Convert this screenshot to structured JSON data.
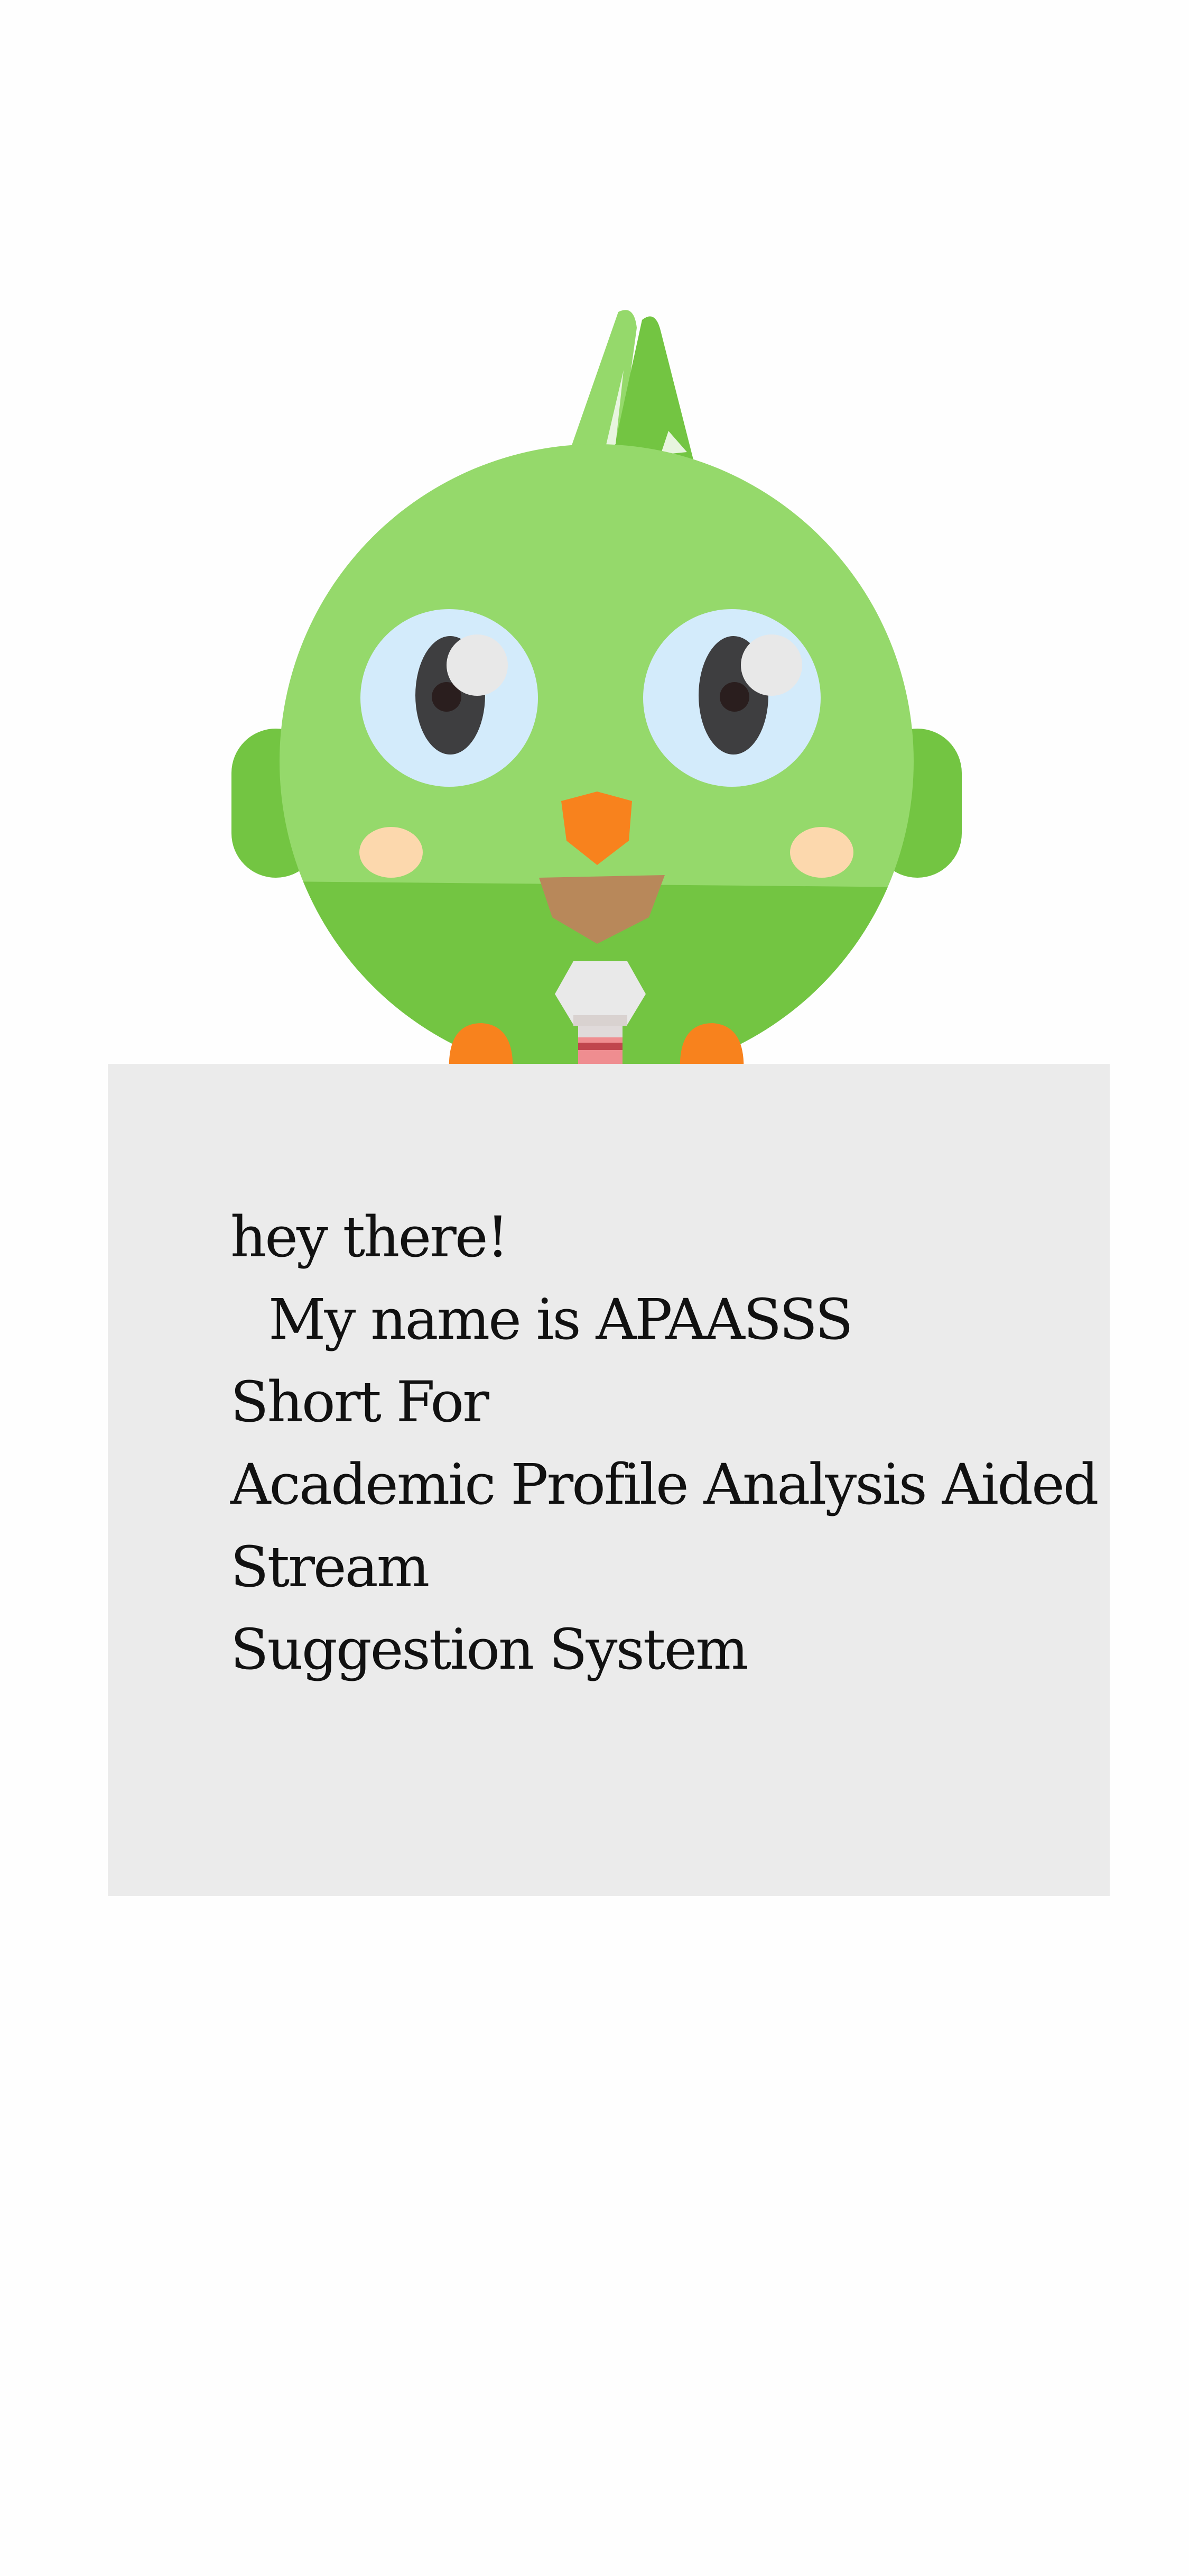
{
  "mascot": {
    "name": "APAASSS",
    "colors": {
      "body_light": "#95d96b",
      "body_dark": "#73c542",
      "eye_ring": "#d3ebfb",
      "pupil": "#3e3e40",
      "beak": "#f8821d",
      "cheek": "#fcd8ad",
      "feet": "#f8821d",
      "straw_white": "#e9e9e9",
      "straw_stripe": "#c0454d",
      "straw_pink": "#ef8d90"
    }
  },
  "sign": {
    "background": "#ebebeb",
    "lines": [
      "hey there!",
      "My name is APAASSS",
      "Short For",
      "Academic Profile Analysis Aided",
      "Stream",
      "Suggestion System"
    ]
  }
}
